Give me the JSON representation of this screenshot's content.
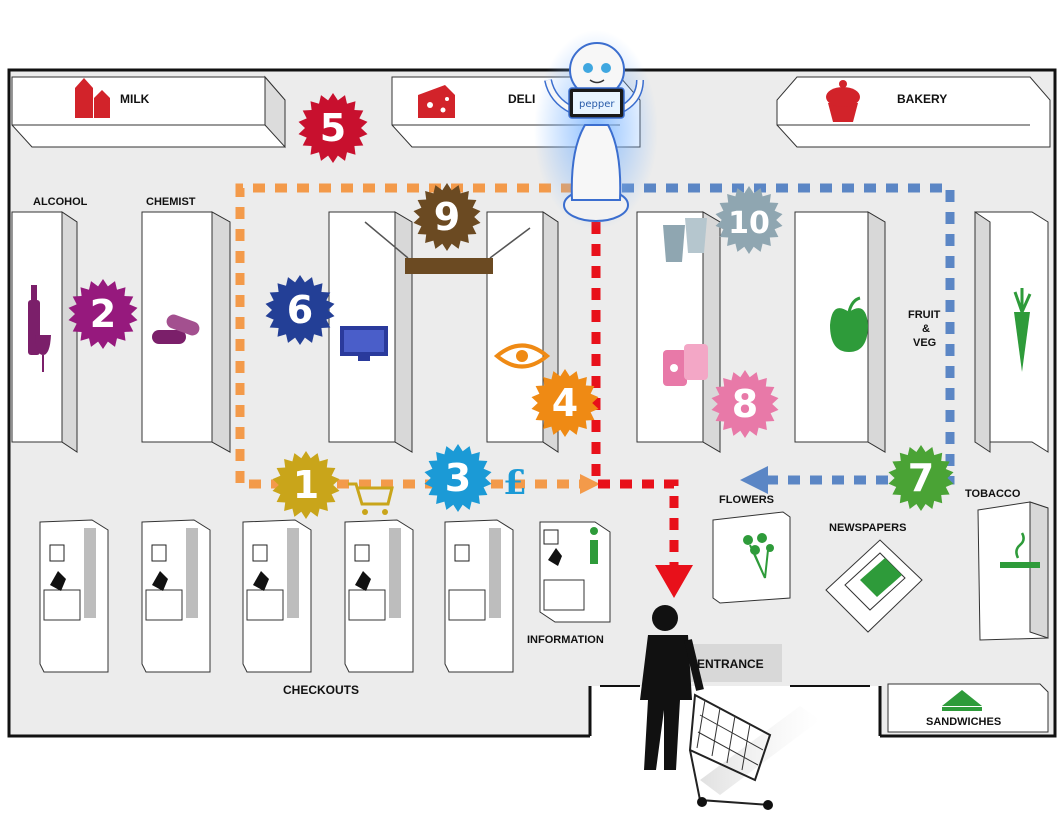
{
  "sections": {
    "milk": "MILK",
    "deli": "DELI",
    "bakery": "BAKERY",
    "alcohol": "ALCOHOL",
    "chemist": "CHEMIST",
    "fruit_veg": [
      "FRUIT",
      "&",
      "VEG"
    ],
    "tobacco": "TOBACCO",
    "flowers": "FLOWERS",
    "newspapers": "NEWSPAPERS",
    "information": "INFORMATION",
    "checkouts": "CHECKOUTS",
    "entrance": "ENTRANCE",
    "sandwiches": "SANDWICHES"
  },
  "robot": {
    "screen_text": "pepper"
  },
  "markers": [
    {
      "num": "1",
      "color": "#c9a51a"
    },
    {
      "num": "2",
      "color": "#96197d"
    },
    {
      "num": "3",
      "color": "#1b9ad6"
    },
    {
      "num": "4",
      "color": "#ef8a14"
    },
    {
      "num": "5",
      "color": "#c8102e"
    },
    {
      "num": "6",
      "color": "#233f96"
    },
    {
      "num": "7",
      "color": "#4aa335"
    },
    {
      "num": "8",
      "color": "#e879a8"
    },
    {
      "num": "9",
      "color": "#6b4a22"
    },
    {
      "num": "10",
      "color": "#8fa6b1"
    }
  ],
  "routes": [
    {
      "color": "#f39a4a"
    },
    {
      "color": "#5b86c5"
    },
    {
      "color": "#e8101a"
    }
  ],
  "icon_colors": {
    "milk": "#d2232a",
    "deli": "#d2232a",
    "bakery": "#d2232a",
    "alcohol": "#7b1f6a",
    "chemist": "#7b1f6a",
    "tv": "#2a3a9c",
    "eye": "#ef8a14",
    "apple": "#2e9b3a",
    "carrot": "#2e9b3a",
    "pound": "#1b9ad6",
    "cart": "#c9a51a",
    "info": "#2e9b3a",
    "flowers": "#2e9b3a",
    "newspapers": "#2e9b3a",
    "tobacco": "#2e9b3a",
    "sandwiches": "#2e9b3a",
    "cans": "#e879a8",
    "cups": "#8fa6b1"
  },
  "icons": [
    "milk-carton-icon",
    "cheese-icon",
    "cupcake-icon",
    "wine-icon",
    "pills-icon",
    "tv-icon",
    "eye-icon",
    "apple-icon",
    "carrot-icon",
    "pound-icon",
    "cart-icon",
    "info-icon",
    "flowers-icon",
    "newspaper-icon",
    "cigarette-icon",
    "sandwich-icon",
    "cans-icon",
    "cups-icon"
  ]
}
